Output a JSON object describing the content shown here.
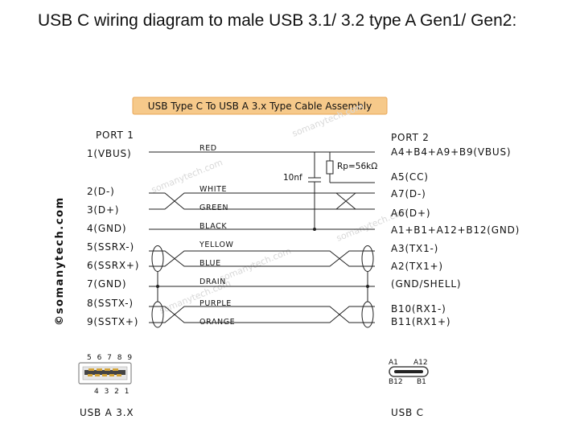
{
  "heading": "USB C wiring diagram to male USB 3.1/ 3.2 type A Gen1/ Gen2:",
  "banner": "USB Type C To USB A 3.x Type Cable Assembly",
  "watermark": "somanytech.com",
  "side_watermark": "©somanytech.com",
  "port1": {
    "title": "PORT 1",
    "pins": [
      "1(VBUS)",
      "2(D-)",
      "3(D+)",
      "4(GND)",
      "5(SSRX-)",
      "6(SSRX+)",
      "7(GND)",
      "8(SSTX-)",
      "9(SSTX+)"
    ]
  },
  "port2": {
    "title": "PORT 2",
    "pins": [
      "A4+B4+A9+B9(VBUS)",
      "A5(CC)",
      "A7(D-)",
      "A6(D+)",
      "A1+B1+A12+B12(GND)",
      "A3(TX1-)",
      "A2(TX1+)",
      "(GND/SHELL)",
      "B10(RX1-)",
      "B11(RX1+)"
    ]
  },
  "wire_colors": [
    "RED",
    "WHITE",
    "GREEN",
    "BLACK",
    "YELLOW",
    "BLUE",
    "DRAIN",
    "PURPLE",
    "ORANGE"
  ],
  "components": {
    "resistor": "Rp=56kΩ",
    "capacitor": "10nf"
  },
  "usb_a": {
    "top_pins": "5 6 7 8 9",
    "bottom_pins": "4 3 2 1",
    "label": "USB A 3.X"
  },
  "usb_c": {
    "label": "USB C",
    "a1": "A1",
    "a12": "A12",
    "b12": "B12",
    "b1": "B1"
  },
  "colors": {
    "banner_fill": "#f6c98a",
    "banner_border": "#e8a657",
    "line": "#222222"
  }
}
